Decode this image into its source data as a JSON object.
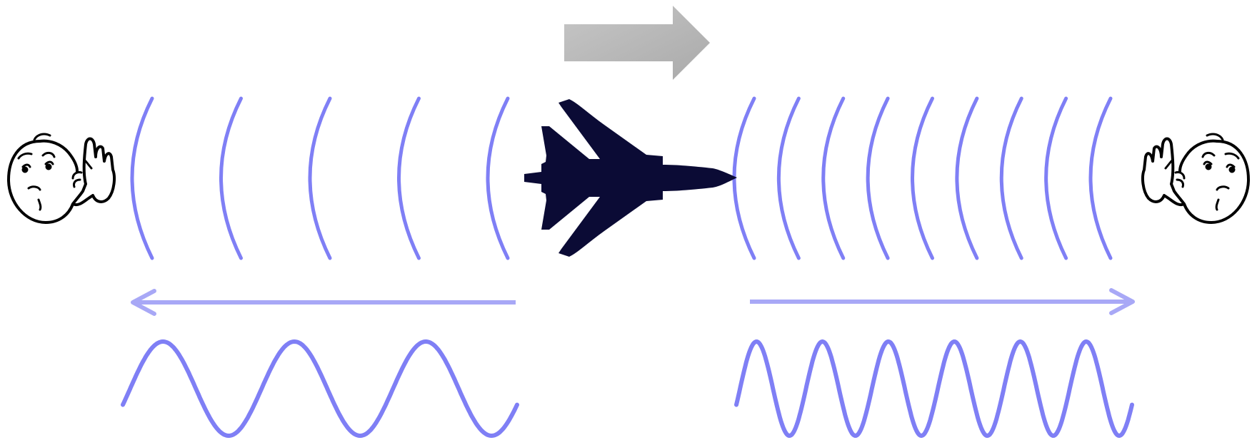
{
  "diagram": {
    "colors": {
      "wave": "#7f7ff5",
      "arrow": "#a8a8f6",
      "motion_arrow": "#b8b8b8",
      "jet": "#0b0b35",
      "outline": "#000000",
      "background": "#ffffff"
    },
    "icons": {
      "left_listener": "listener-face-icon",
      "right_listener": "listener-face-icon",
      "aircraft": "jet-aircraft-icon",
      "motion": "right-arrow-icon"
    },
    "motion_direction": "right",
    "behind_source": {
      "wavefront_count": 5,
      "waveform_cycles": 3,
      "propagation_direction": "left"
    },
    "ahead_of_source": {
      "wavefront_count": 9,
      "waveform_cycles": 6,
      "propagation_direction": "right"
    }
  }
}
